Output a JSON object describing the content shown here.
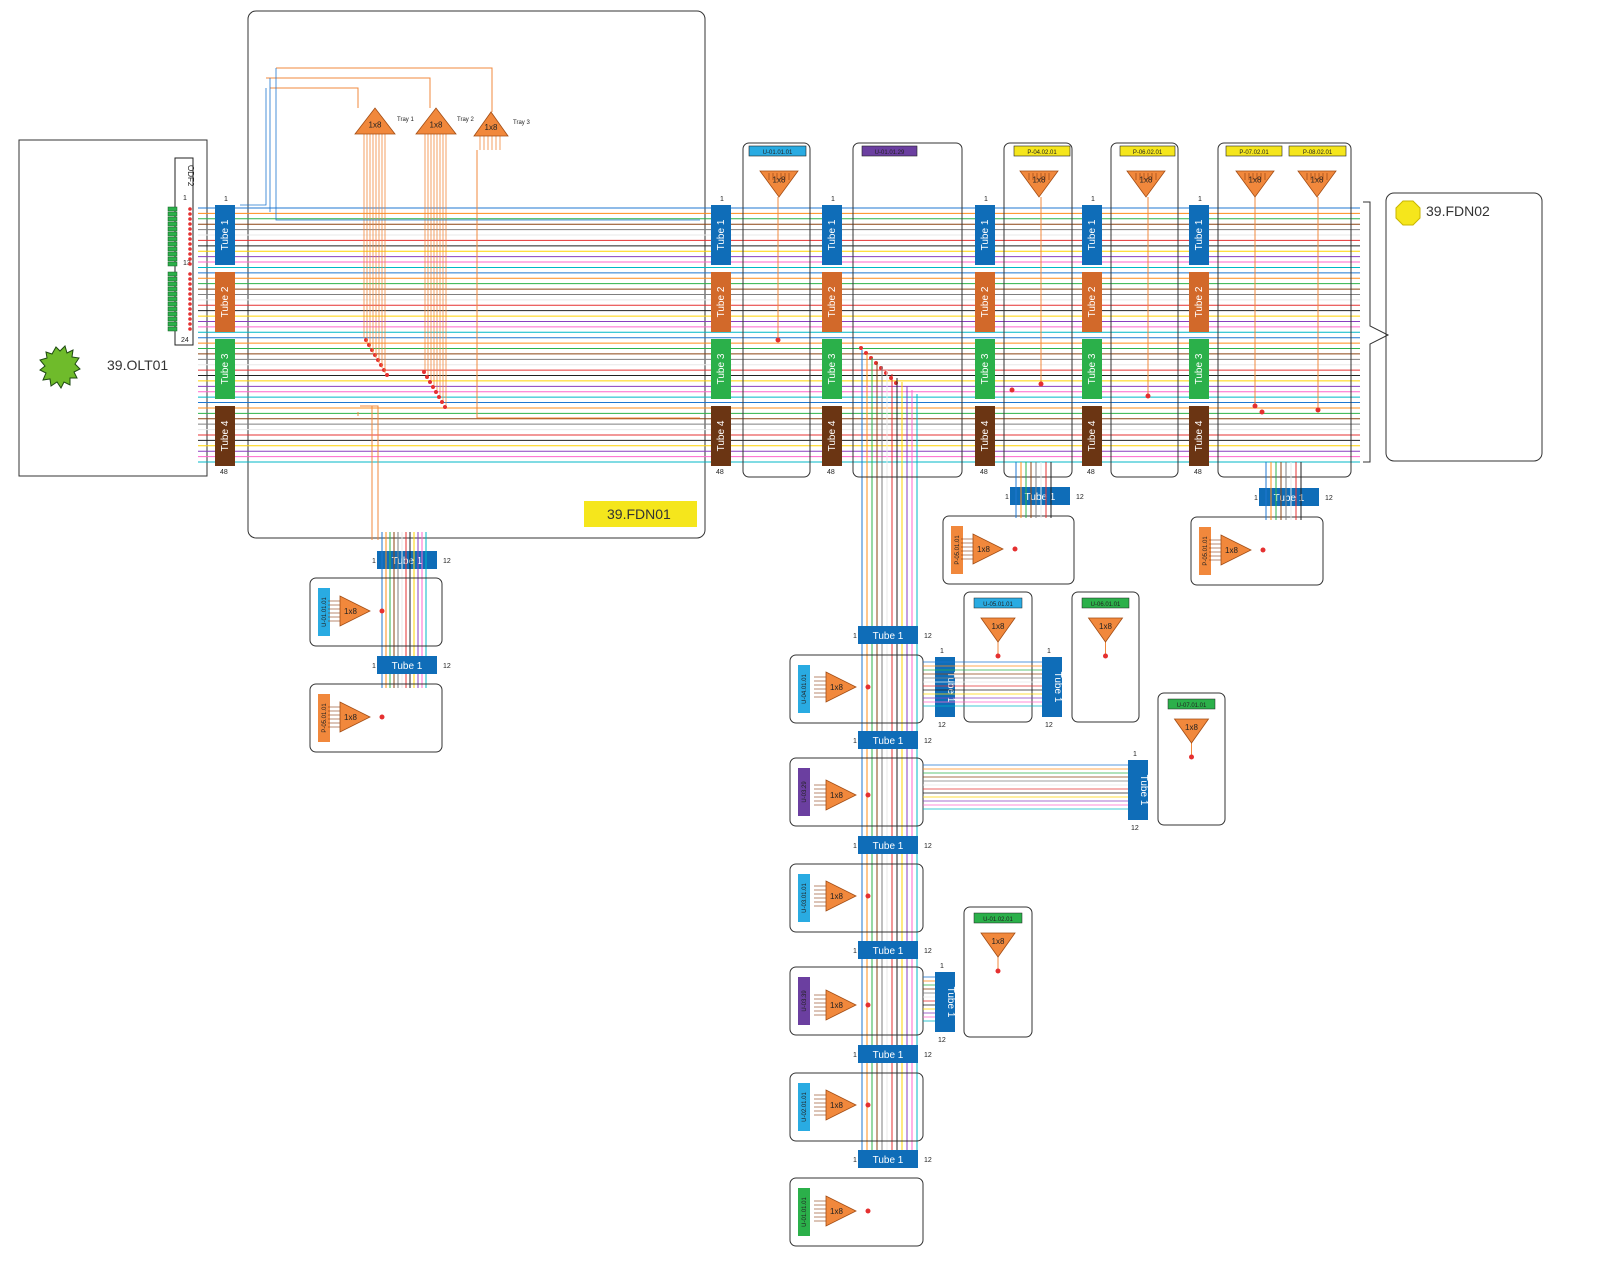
{
  "nodes": {
    "olt": "39.OLT01",
    "odf": "ODF2",
    "odf_top_number": "1",
    "odf_mid_number": "13",
    "odf_bottom_number": "24",
    "fdn01": "39.FDN01",
    "fdn02": "39.FDN02"
  },
  "tubes": [
    "Tube 1",
    "Tube 2",
    "Tube 3",
    "Tube 4"
  ],
  "tube_single": "Tube 1",
  "numbers": {
    "start": "1",
    "end48": "48",
    "end12": "12"
  },
  "splitter": "1x8",
  "trays": [
    "Tray 1",
    "Tray 2",
    "Tray 3"
  ],
  "closures": [
    {
      "tag": "U-01.01.01",
      "color": "#29abe2"
    },
    {
      "tag": "U-01.01.29",
      "color": "#6b3fa0"
    },
    {
      "tag": "P-04.02.01",
      "color": "#f5e61c"
    },
    {
      "tag": "P-06.02.01",
      "color": "#f5e61c"
    },
    {
      "tag": "P-07.02.01",
      "color": "#f5e61c"
    },
    {
      "tag": "P-08.02.01",
      "color": "#f5e61c"
    }
  ],
  "branch_tags": {
    "lower_left_1": "U-01.01.01",
    "lower_left_2": "P-05.01.01",
    "right_a": "P-05.01.01",
    "right_b": "P-05.01.01",
    "col_1": "U-04.01.01",
    "col_2": "U-03.29",
    "col_3": "U-03.01.01",
    "col_4": "U-03.39",
    "col_5": "U-02.01.01",
    "col_6": "U-01.01.01",
    "top_a": "U-05.01.01",
    "top_b": "U-06.01.01",
    "top_c": "U-07.01.01",
    "top_d": "U-01.02.01"
  },
  "colors": {
    "tube_blue": "#0f6db8",
    "tube_orange": "#d2692a",
    "tube_green": "#2bb04a",
    "tube_brown": "#6b3513",
    "splitter": "#f1883c",
    "highlight": "#f5e61c",
    "fiber_palette": [
      "#1f77d0",
      "#ff8c1a",
      "#2db34a",
      "#8b4513",
      "#7f7f7f",
      "#e8e8e8",
      "#e53030",
      "#222222",
      "#ffd400",
      "#8a3fbf",
      "#ff66cc",
      "#00b7c7"
    ]
  }
}
